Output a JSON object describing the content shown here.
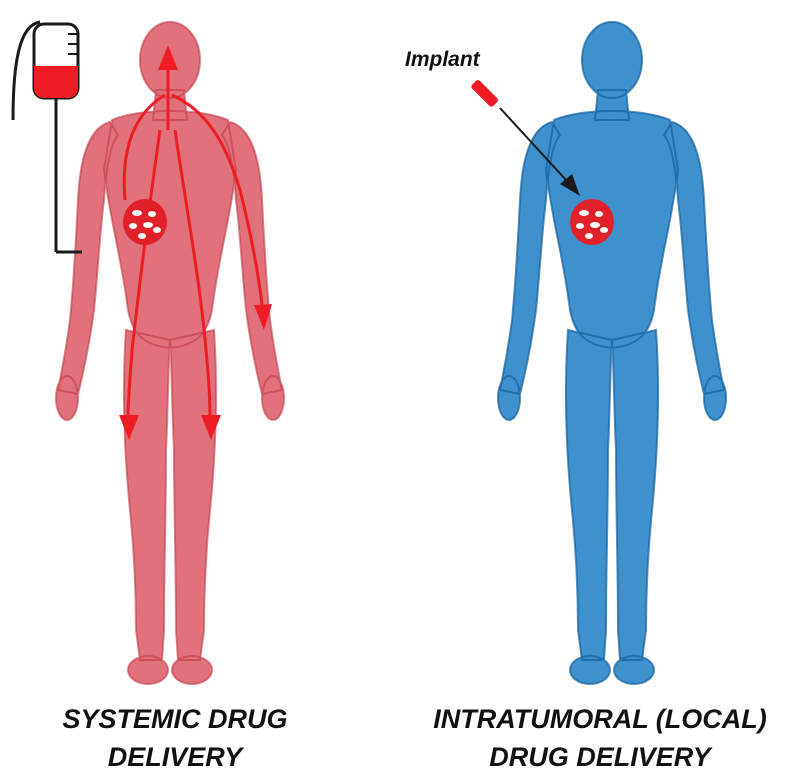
{
  "labels": {
    "implant": "Implant"
  },
  "captions": {
    "systemic": [
      "SYSTEMIC DRUG",
      "DELIVERY"
    ],
    "local": [
      "INTRATUMORAL (LOCAL)",
      "DRUG DELIVERY"
    ]
  },
  "colors": {
    "systemic_body": "#dc5a66",
    "systemic_body_dark": "#c03a48",
    "local_body": "#2b86c8",
    "local_body_dark": "#15609f",
    "drug_red": "#ee1c25",
    "tumor_red": "#e2202a",
    "line": "#1a1a1a"
  }
}
